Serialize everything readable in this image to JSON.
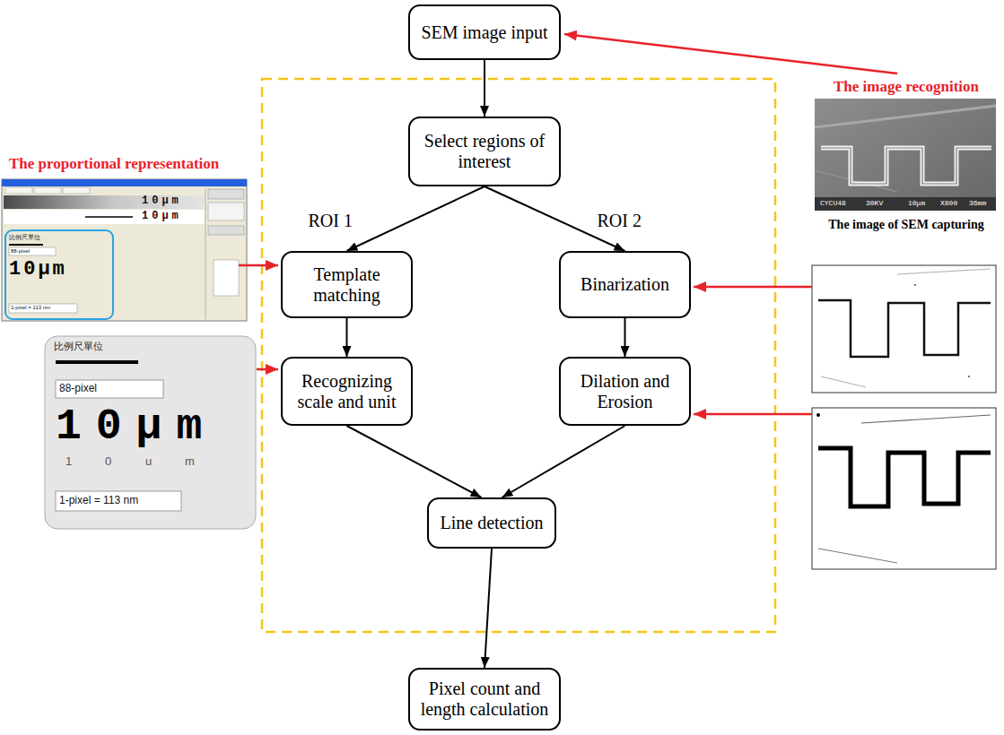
{
  "diagram": {
    "nodes": [
      {
        "text": [
          "SEM image input"
        ]
      },
      {
        "text": [
          "Select regions of interest"
        ]
      },
      {
        "text": [
          "Template matching"
        ]
      },
      {
        "text": [
          "Binarization"
        ]
      },
      {
        "text": [
          "Recognizing scale and unit"
        ]
      },
      {
        "text": [
          "Dilation and Erosion"
        ]
      },
      {
        "text": [
          "Line detection"
        ]
      },
      {
        "text": [
          "Pixel count and length calculation"
        ]
      }
    ],
    "edges": [
      {
        "from": 0,
        "to": 1,
        "arrow": "to"
      },
      {
        "from": 1,
        "to": 2,
        "label": "ROI 1",
        "arrow": "to"
      },
      {
        "from": 1,
        "to": 3,
        "label": "ROI 2",
        "arrow": "to"
      },
      {
        "from": 2,
        "to": 4,
        "arrow": "to"
      },
      {
        "from": 3,
        "to": 5,
        "arrow": "to"
      },
      {
        "from": 4,
        "to": 6,
        "arrow": "to"
      },
      {
        "from": 5,
        "to": 6,
        "arrow": "to"
      },
      {
        "from": 6,
        "to": 7,
        "arrow": "to"
      }
    ],
    "labels": [
      "The image recognition",
      "The image of SEM capturing",
      "CYCU48",
      "30KV",
      "10μm",
      "X800",
      "36mm",
      "The proportional representation",
      "10μm",
      "10μm",
      "比例尺單位",
      "88-pixel",
      "10μm",
      "1-pixel = 113 nm",
      "比例尺單位",
      "88-pixel",
      "10μm",
      "1",
      "0",
      "u",
      "m",
      "1-pixel = 113 nm"
    ]
  }
}
